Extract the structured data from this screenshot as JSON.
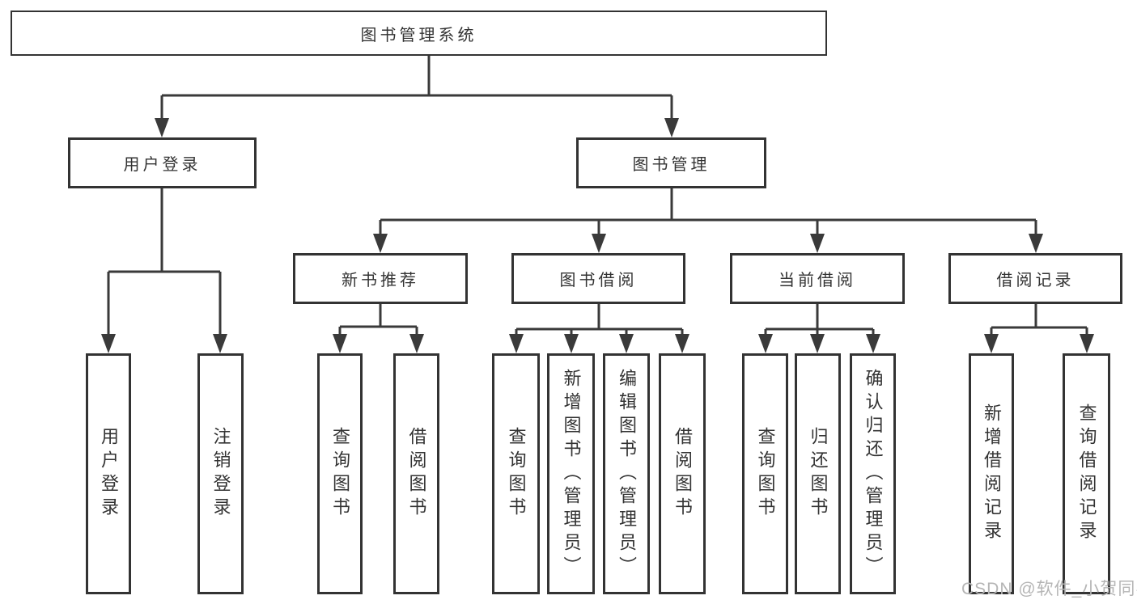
{
  "tree": {
    "root": "图书管理系统",
    "branches": [
      {
        "label": "用户登录",
        "leaves": [
          "用户登录",
          "注销登录"
        ]
      },
      {
        "label": "图书管理",
        "children": [
          {
            "label": "新书推荐",
            "leaves": [
              "查询图书",
              "借阅图书"
            ]
          },
          {
            "label": "图书借阅",
            "leaves": [
              "查询图书",
              "新增图书（管理员）",
              "编辑图书（管理员）",
              "借阅图书"
            ]
          },
          {
            "label": "当前借阅",
            "leaves": [
              "查询图书",
              "归还图书",
              "确认归还（管理员）"
            ]
          },
          {
            "label": "借阅记录",
            "leaves": [
              "新增借阅记录",
              "查询借阅记录"
            ]
          }
        ]
      }
    ]
  },
  "watermark": {
    "text": "CSDN @软件_小贺同学"
  },
  "colors": {
    "line": "#3a3a3a",
    "box_border": "#333333",
    "text": "#333333",
    "watermark": "#b5b5b5",
    "background": "#ffffff"
  }
}
